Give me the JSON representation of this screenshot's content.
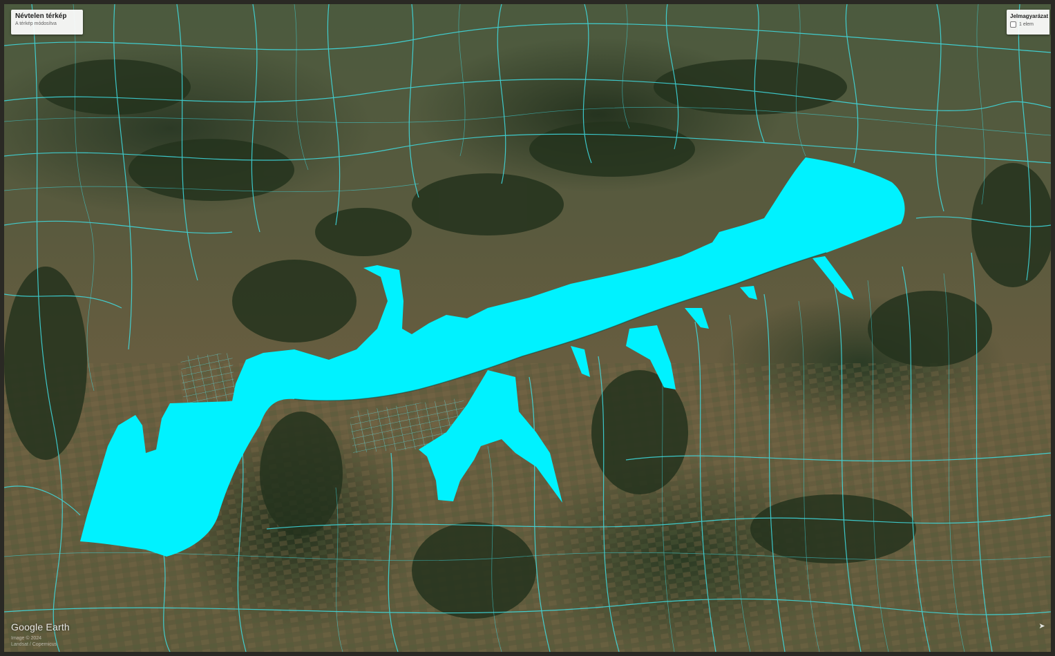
{
  "app": {
    "map_title": "Névtelen térkép",
    "map_subtitle": "A térkép módosítva"
  },
  "legend": {
    "title": "Jelmagyarázat",
    "item_label": "1 elem"
  },
  "branding": {
    "logo": "Google Earth",
    "attribution_line1": "Image © 2024",
    "attribution_line2": "Landsat / Copernicus"
  },
  "compass": {
    "icon": "north-arrow-icon",
    "glyph": "➤"
  },
  "colors": {
    "lake": "#00f2ff",
    "rivers": "#3fe0e6",
    "forest": "#27361f",
    "farmland": "#6a5e40"
  }
}
